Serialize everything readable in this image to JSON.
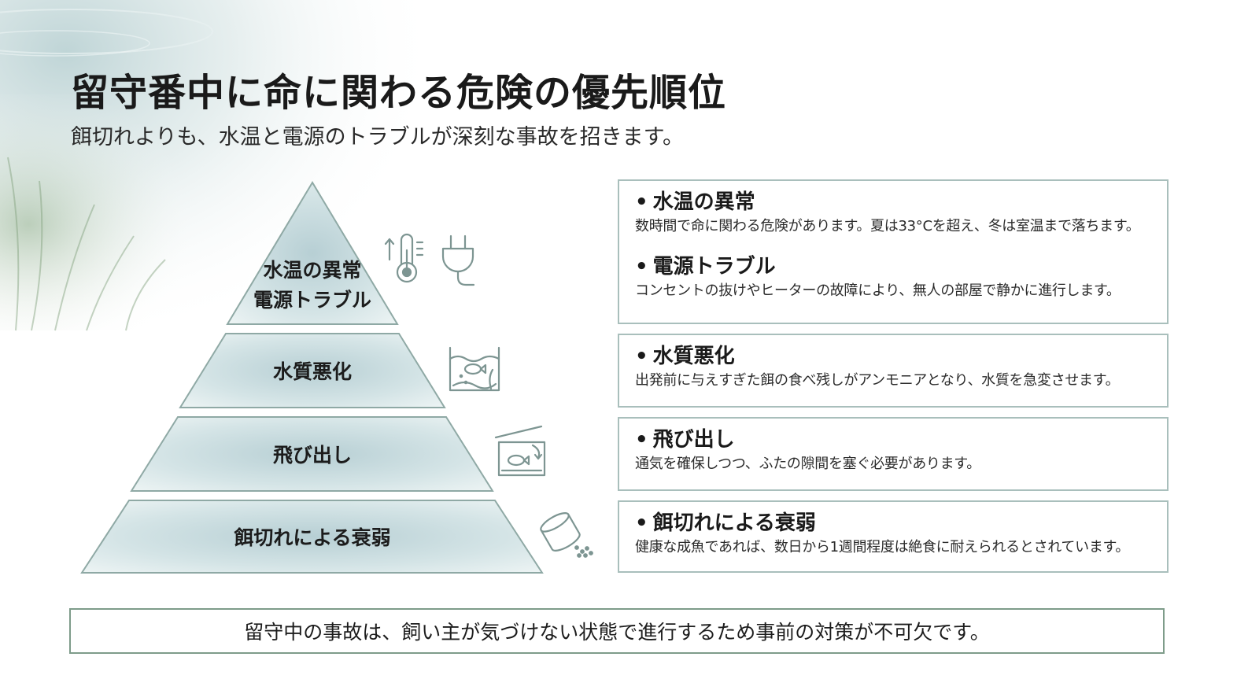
{
  "title": "留守番中に命に関わる危険の優先順位",
  "subtitle": "餌切れよりも、水温と電源のトラブルが深刻な事故を招きます。",
  "pyramid": {
    "tiers": [
      {
        "lines": [
          "水温の異常",
          "電源トラブル"
        ],
        "icons": [
          "thermometer-icon",
          "plug-icon"
        ]
      },
      {
        "lines": [
          "水質悪化"
        ],
        "icons": [
          "aquarium-tank-icon"
        ]
      },
      {
        "lines": [
          "飛び出し"
        ],
        "icons": [
          "fish-tank-lid-icon"
        ]
      },
      {
        "lines": [
          "餌切れによる衰弱"
        ],
        "icons": [
          "food-can-icon"
        ]
      }
    ]
  },
  "details": [
    {
      "items": [
        {
          "bullet": "•",
          "heading": "水温の異常",
          "text": "数時間で命に関わる危険があります。夏は33°Cを超え、冬は室温まで落ちます。"
        },
        {
          "bullet": "•",
          "heading": "電源トラブル",
          "text": "コンセントの抜けやヒーターの故障により、無人の部屋で静かに進行します。"
        }
      ]
    },
    {
      "items": [
        {
          "bullet": "•",
          "heading": "水質悪化",
          "text": "出発前に与えすぎた餌の食べ残しがアンモニアとなり、水質を急変させます。"
        }
      ]
    },
    {
      "items": [
        {
          "bullet": "•",
          "heading": "飛び出し",
          "text": "通気を確保しつつ、ふたの隙間を塞ぐ必要があります。"
        }
      ]
    },
    {
      "items": [
        {
          "bullet": "•",
          "heading": "餌切れによる衰弱",
          "text": "健康な成魚であれば、数日から1週間程度は絶食に耐えられるとされています。"
        }
      ]
    }
  ],
  "footer": "留守中の事故は、飼い主が気づけない状態で進行するため事前の対策が不可欠です。",
  "colors": {
    "tier_stroke": "#8fa9a5",
    "icon_stroke": "#7d9592",
    "box_border": "#a9bfbc",
    "footer_border": "#7e9c8a"
  }
}
